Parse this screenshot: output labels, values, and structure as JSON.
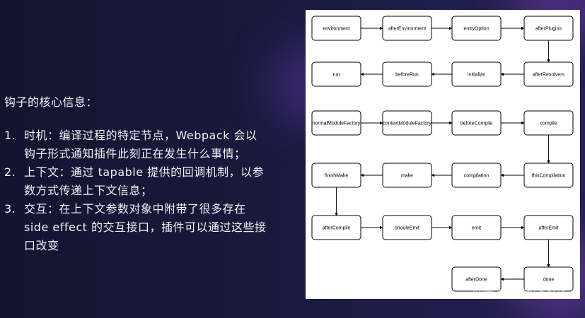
{
  "info": {
    "heading": "钩子的核心信息：",
    "items": [
      {
        "num": "1.",
        "line1": "时机：编译过程的特定节点，Webpack 会以",
        "line2": "钩子形式通知插件此刻正在发生什么事情；"
      },
      {
        "num": "2.",
        "line1": "上下文：通过 tapable 提供的回调机制，以参",
        "line2": "数方式传递上下文信息；"
      },
      {
        "num": "3.",
        "line1": "交互：在上下文参数对象中附带了很多存在",
        "line2": "side effect 的交互接口，插件可以通过这些接",
        "line3": "口改变"
      }
    ]
  },
  "diagram": {
    "nodes": [
      "environment",
      "afterEnvironment",
      "entryOption",
      "afterPlugins",
      "afterResolvers",
      "initialize",
      "beforeRun",
      "run",
      "normalModuleFactory",
      "contextModuleFactory",
      "beforeCompile",
      "compile",
      "thisCompilation",
      "compilation",
      "make",
      "finishMake",
      "afterCompile",
      "shouleEmit",
      "emit",
      "afterEmit",
      "done",
      "afterDone"
    ],
    "edges": [
      [
        "environment",
        "afterEnvironment"
      ],
      [
        "afterEnvironment",
        "entryOption"
      ],
      [
        "entryOption",
        "afterPlugins"
      ],
      [
        "afterPlugins",
        "afterResolvers"
      ],
      [
        "afterResolvers",
        "initialize"
      ],
      [
        "initialize",
        "beforeRun"
      ],
      [
        "beforeRun",
        "run"
      ],
      [
        "normalModuleFactory",
        "contextModuleFactory"
      ],
      [
        "contextModuleFactory",
        "beforeCompile"
      ],
      [
        "beforeCompile",
        "compile"
      ],
      [
        "compile",
        "thisCompilation"
      ],
      [
        "thisCompilation",
        "compilation"
      ],
      [
        "compilation",
        "make"
      ],
      [
        "make",
        "finishMake"
      ],
      [
        "finishMake",
        "afterCompile"
      ],
      [
        "afterCompile",
        "shouleEmit"
      ],
      [
        "shouleEmit",
        "emit"
      ],
      [
        "emit",
        "afterEmit"
      ],
      [
        "afterEmit",
        "done"
      ],
      [
        "done",
        "afterDone"
      ]
    ]
  },
  "watermark": "@稀土掘金技术社区"
}
